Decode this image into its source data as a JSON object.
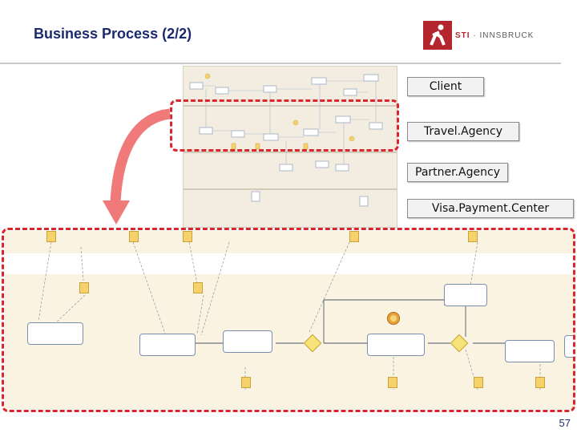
{
  "slide": {
    "title": "Business Process (2/2)",
    "page_number": "57"
  },
  "logo": {
    "brand": "STI",
    "separator": " · ",
    "place": "INNSBRUCK"
  },
  "lanes": [
    {
      "label": "Client"
    },
    {
      "label": "Travel.Agency"
    },
    {
      "label": "Partner.Agency"
    },
    {
      "label": "Visa.Payment.Center"
    }
  ],
  "colors": {
    "highlight": "#d9262d",
    "arrow": "#f07a7a",
    "lane_background": "#fbf3e2",
    "title": "#1a2a6c"
  },
  "icons": [
    "sti-logo-icon",
    "curved-arrow-icon",
    "document-icon",
    "gateway-diamond-icon",
    "event-circle-icon"
  ]
}
